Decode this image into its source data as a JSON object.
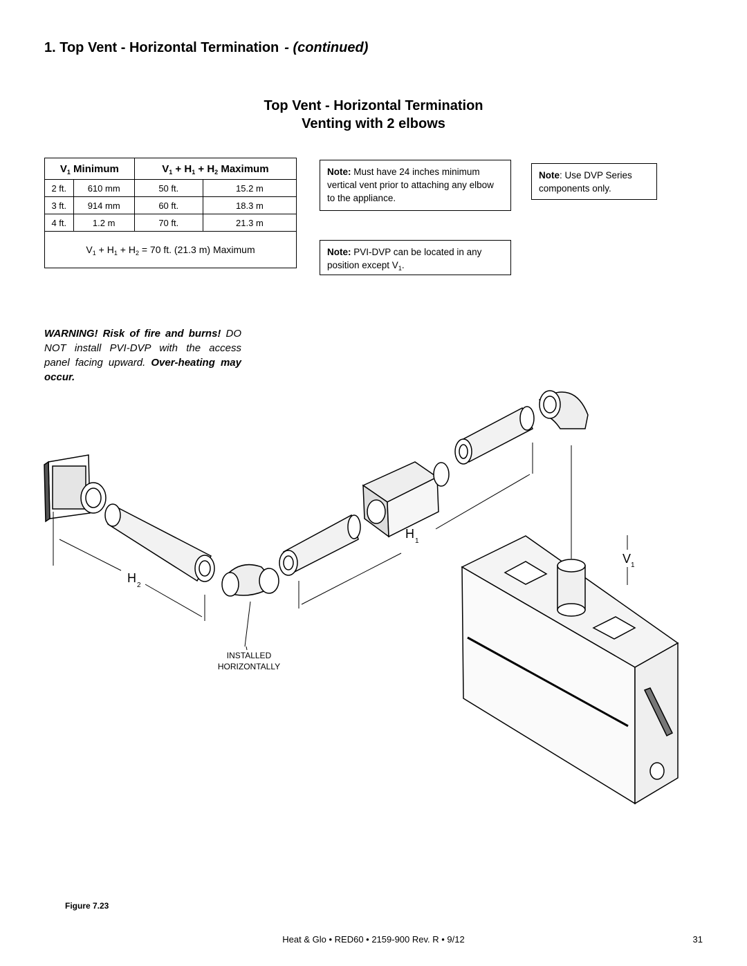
{
  "section": {
    "title": "1.  Top Vent - Horizontal Termination",
    "continued": "- (continued)"
  },
  "figure_title": {
    "line1": "Top Vent - Horizontal Termination",
    "line2": "Venting with 2 elbows"
  },
  "table": {
    "header_min_text": "Minimum",
    "header_max_text": "Maximum",
    "header_V": "V",
    "header_H": "H",
    "sub_1": "1",
    "sub_2": "2",
    "rows": [
      [
        "2 ft.",
        "610 mm",
        "50 ft.",
        "15.2 m"
      ],
      [
        "3 ft.",
        "914 mm",
        "60 ft.",
        "18.3 m"
      ],
      [
        "4 ft.",
        "1.2 m",
        "70 ft.",
        "21.3 m"
      ]
    ],
    "formula_tail": "= 70 ft. (21.3 m) Maximum"
  },
  "notes": {
    "note1_label": "Note:",
    "note1_text": "Must have 24 inches minimum vertical vent prior to attaching any elbow to the appliance.",
    "note2_label": "Note",
    "note2_text": ": Use DVP Series components only.",
    "note3_label": "Note:",
    "note3_text": "PVI-DVP can be located in any position except V",
    "note3_tail": "."
  },
  "warning": {
    "head": "WARNING! Risk of fire and burns!",
    "body": "DO NOT install PVI-DVP with the access panel facing upward.",
    "tail": "Over-heating may occur."
  },
  "diagram": {
    "label_H2": "H",
    "label_H1": "H",
    "label_V1": "V",
    "installed_line1": "INSTALLED",
    "installed_line2": "HORIZONTALLY"
  },
  "figure_caption": "Figure 7.23",
  "footer": {
    "text": "Heat & Glo  •  RED60  •  2159-900 Rev. R  •  9/12",
    "page": "31"
  }
}
